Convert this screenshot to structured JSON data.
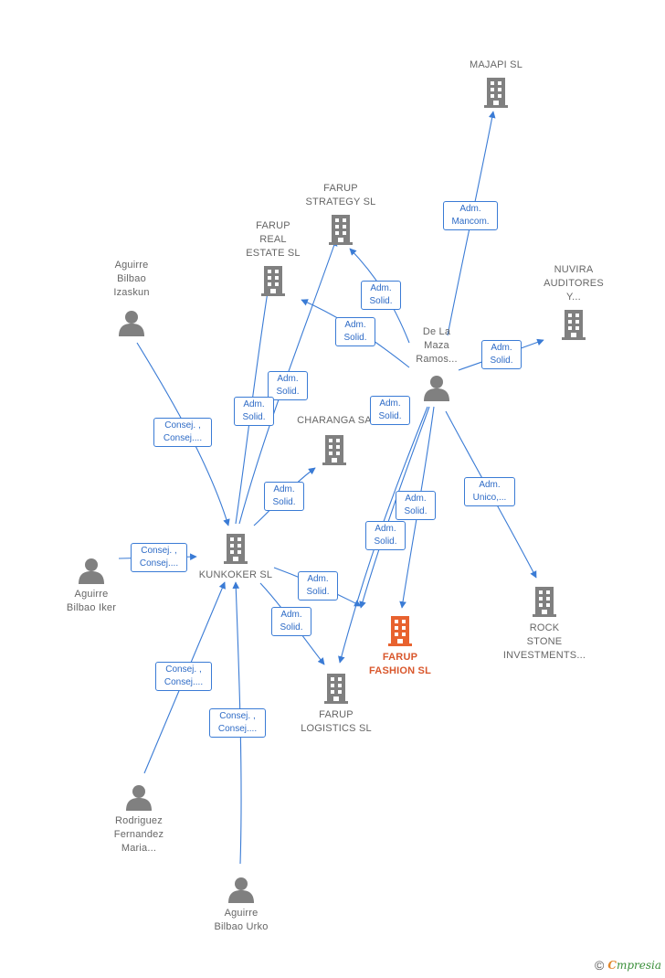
{
  "colors": {
    "edge": "#3a7bd5",
    "node_gray": "#808080",
    "main_company": "#e8622f"
  },
  "nodes": {
    "majapi": {
      "label": "MAJAPI SL",
      "type": "company"
    },
    "farup_strategy": {
      "label": "FARUP\nSTRATEGY  SL",
      "type": "company"
    },
    "farup_real_estate": {
      "label": "FARUP\nREAL\nESTATE  SL",
      "type": "company"
    },
    "nuvira": {
      "label": "NUVIRA\nAUDITORES\nY...",
      "type": "company"
    },
    "aguirre_izaskun": {
      "label": "Aguirre\nBilbao\nIzaskun",
      "type": "person"
    },
    "de_la_maza": {
      "label": "De La\nMaza\nRamos...",
      "type": "person"
    },
    "charanga": {
      "label": "CHARANGA SA",
      "type": "company"
    },
    "kunkoker": {
      "label": "KUNKOKER  SL",
      "type": "company"
    },
    "aguirre_iker": {
      "label": "Aguirre\nBilbao Iker",
      "type": "person"
    },
    "farup_fashion": {
      "label": "FARUP\nFASHION  SL",
      "type": "main"
    },
    "rock_stone": {
      "label": "ROCK\nSTONE\nINVESTMENTS...",
      "type": "company"
    },
    "farup_logistics": {
      "label": "FARUP\nLOGISTICS  SL",
      "type": "company"
    },
    "rodriguez": {
      "label": "Rodriguez\nFernandez\nMaria...",
      "type": "person"
    },
    "aguirre_urko": {
      "label": "Aguirre\nBilbao Urko",
      "type": "person"
    }
  },
  "edges": [
    {
      "id": "e1",
      "label": "Adm.\nMancom."
    },
    {
      "id": "e2",
      "label": "Adm.\nSolid."
    },
    {
      "id": "e3",
      "label": "Adm.\nSolid."
    },
    {
      "id": "e4",
      "label": "Adm.\nSolid."
    },
    {
      "id": "e5",
      "label": "Adm.\nSolid."
    },
    {
      "id": "e6",
      "label": "Adm.\nSolid."
    },
    {
      "id": "e7",
      "label": "Adm.\nSolid."
    },
    {
      "id": "e8",
      "label": "Adm.\nUnico,..."
    },
    {
      "id": "e9",
      "label": "Adm.\nSolid."
    },
    {
      "id": "e10",
      "label": "Adm.\nSolid."
    },
    {
      "id": "e11",
      "label": "Consej. ,\nConsej...."
    },
    {
      "id": "e12",
      "label": "Consej. ,\nConsej...."
    },
    {
      "id": "e13",
      "label": "Adm.\nSolid."
    },
    {
      "id": "e14",
      "label": "Adm.\nSolid."
    },
    {
      "id": "e15",
      "label": "Adm.\nSolid."
    },
    {
      "id": "e16",
      "label": "Consej. ,\nConsej...."
    },
    {
      "id": "e17",
      "label": "Consej. ,\nConsej...."
    }
  ],
  "footer": {
    "copyright": "©",
    "brand_first": "C",
    "brand_rest": "mpresia"
  }
}
